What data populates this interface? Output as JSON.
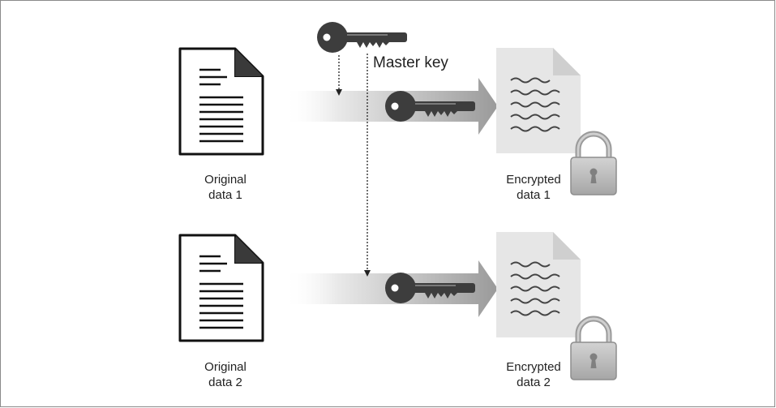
{
  "master_key_label": "Master key",
  "rows": [
    {
      "original_label": [
        "Original",
        "data 1"
      ],
      "encrypted_label": [
        "Encrypted",
        "data 1"
      ]
    },
    {
      "original_label": [
        "Original",
        "data 2"
      ],
      "encrypted_label": [
        "Encrypted",
        "data 2"
      ]
    }
  ],
  "icons": {
    "original_document": "document-icon",
    "encrypted_document": "encrypted-document-icon",
    "key": "key-icon",
    "lock": "padlock-icon",
    "arrow": "arrow-icon"
  },
  "colors": {
    "key": "#3d3d3d",
    "lock": "#b9b9b9",
    "encrypted_page": "#e6e6e6",
    "document_outline": "#111111"
  }
}
